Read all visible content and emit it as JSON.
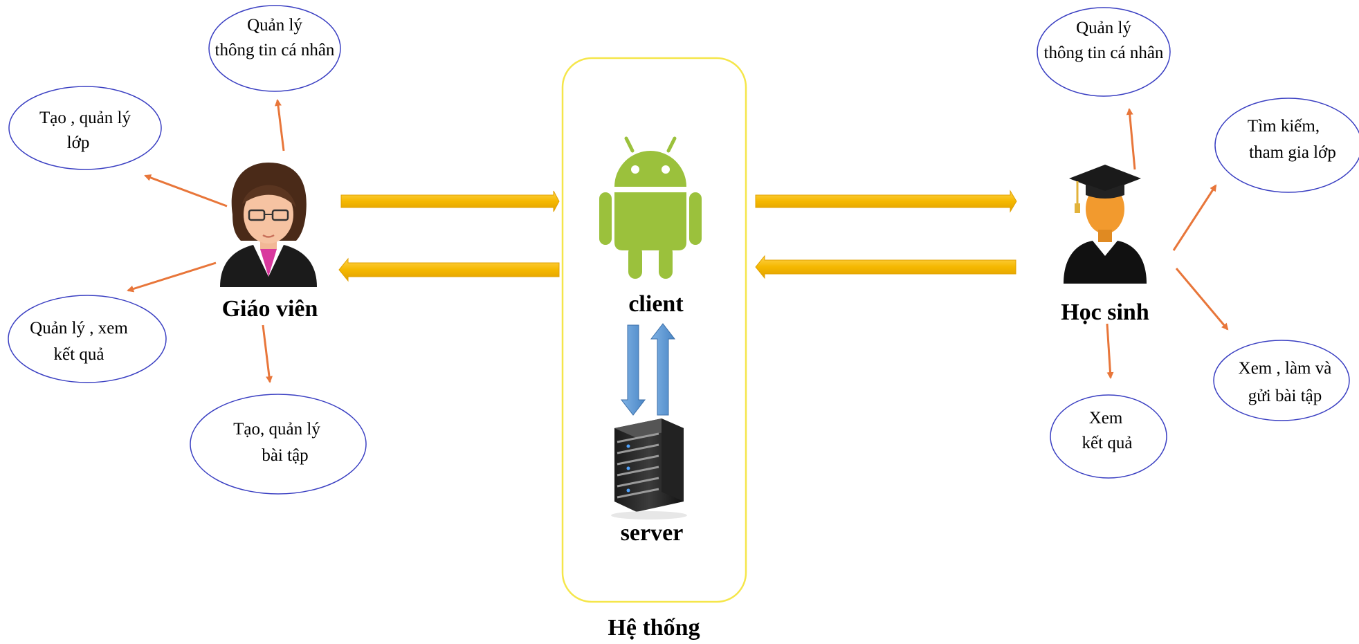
{
  "teacher": {
    "label": "Giáo viên",
    "functions": [
      {
        "line1": "Quản lý",
        "line2": "thông tin cá nhân"
      },
      {
        "line1": "Tạo , quản lý",
        "line2": "lớp"
      },
      {
        "line1": "Quản lý , xem",
        "line2": "kết quả"
      },
      {
        "line1": "Tạo, quản lý",
        "line2": "bài tập"
      }
    ]
  },
  "system": {
    "label": "Hệ thống",
    "client_label": "client",
    "server_label": "server"
  },
  "student": {
    "label": "Học sinh",
    "functions": [
      {
        "line1": "Quản lý",
        "line2": "thông tin cá nhân"
      },
      {
        "line1": "Tìm kiếm,",
        "line2": "tham gia lớp"
      },
      {
        "line1": "Xem , làm và",
        "line2": "gửi bài tập"
      },
      {
        "line1": "Xem",
        "line2": "kết quả"
      }
    ]
  },
  "colors": {
    "ellipse_stroke": "#3a3fc2",
    "small_arrow": "#e8763a",
    "big_arrow": "#f5b800",
    "big_arrow_edge": "#e0a000",
    "sync_arrow": "#5b9bd5",
    "system_box": "#f5e64a",
    "android": "#9bc13c"
  },
  "icons": [
    "teacher-avatar-icon",
    "android-robot-icon",
    "server-rack-icon",
    "graduate-student-icon"
  ]
}
